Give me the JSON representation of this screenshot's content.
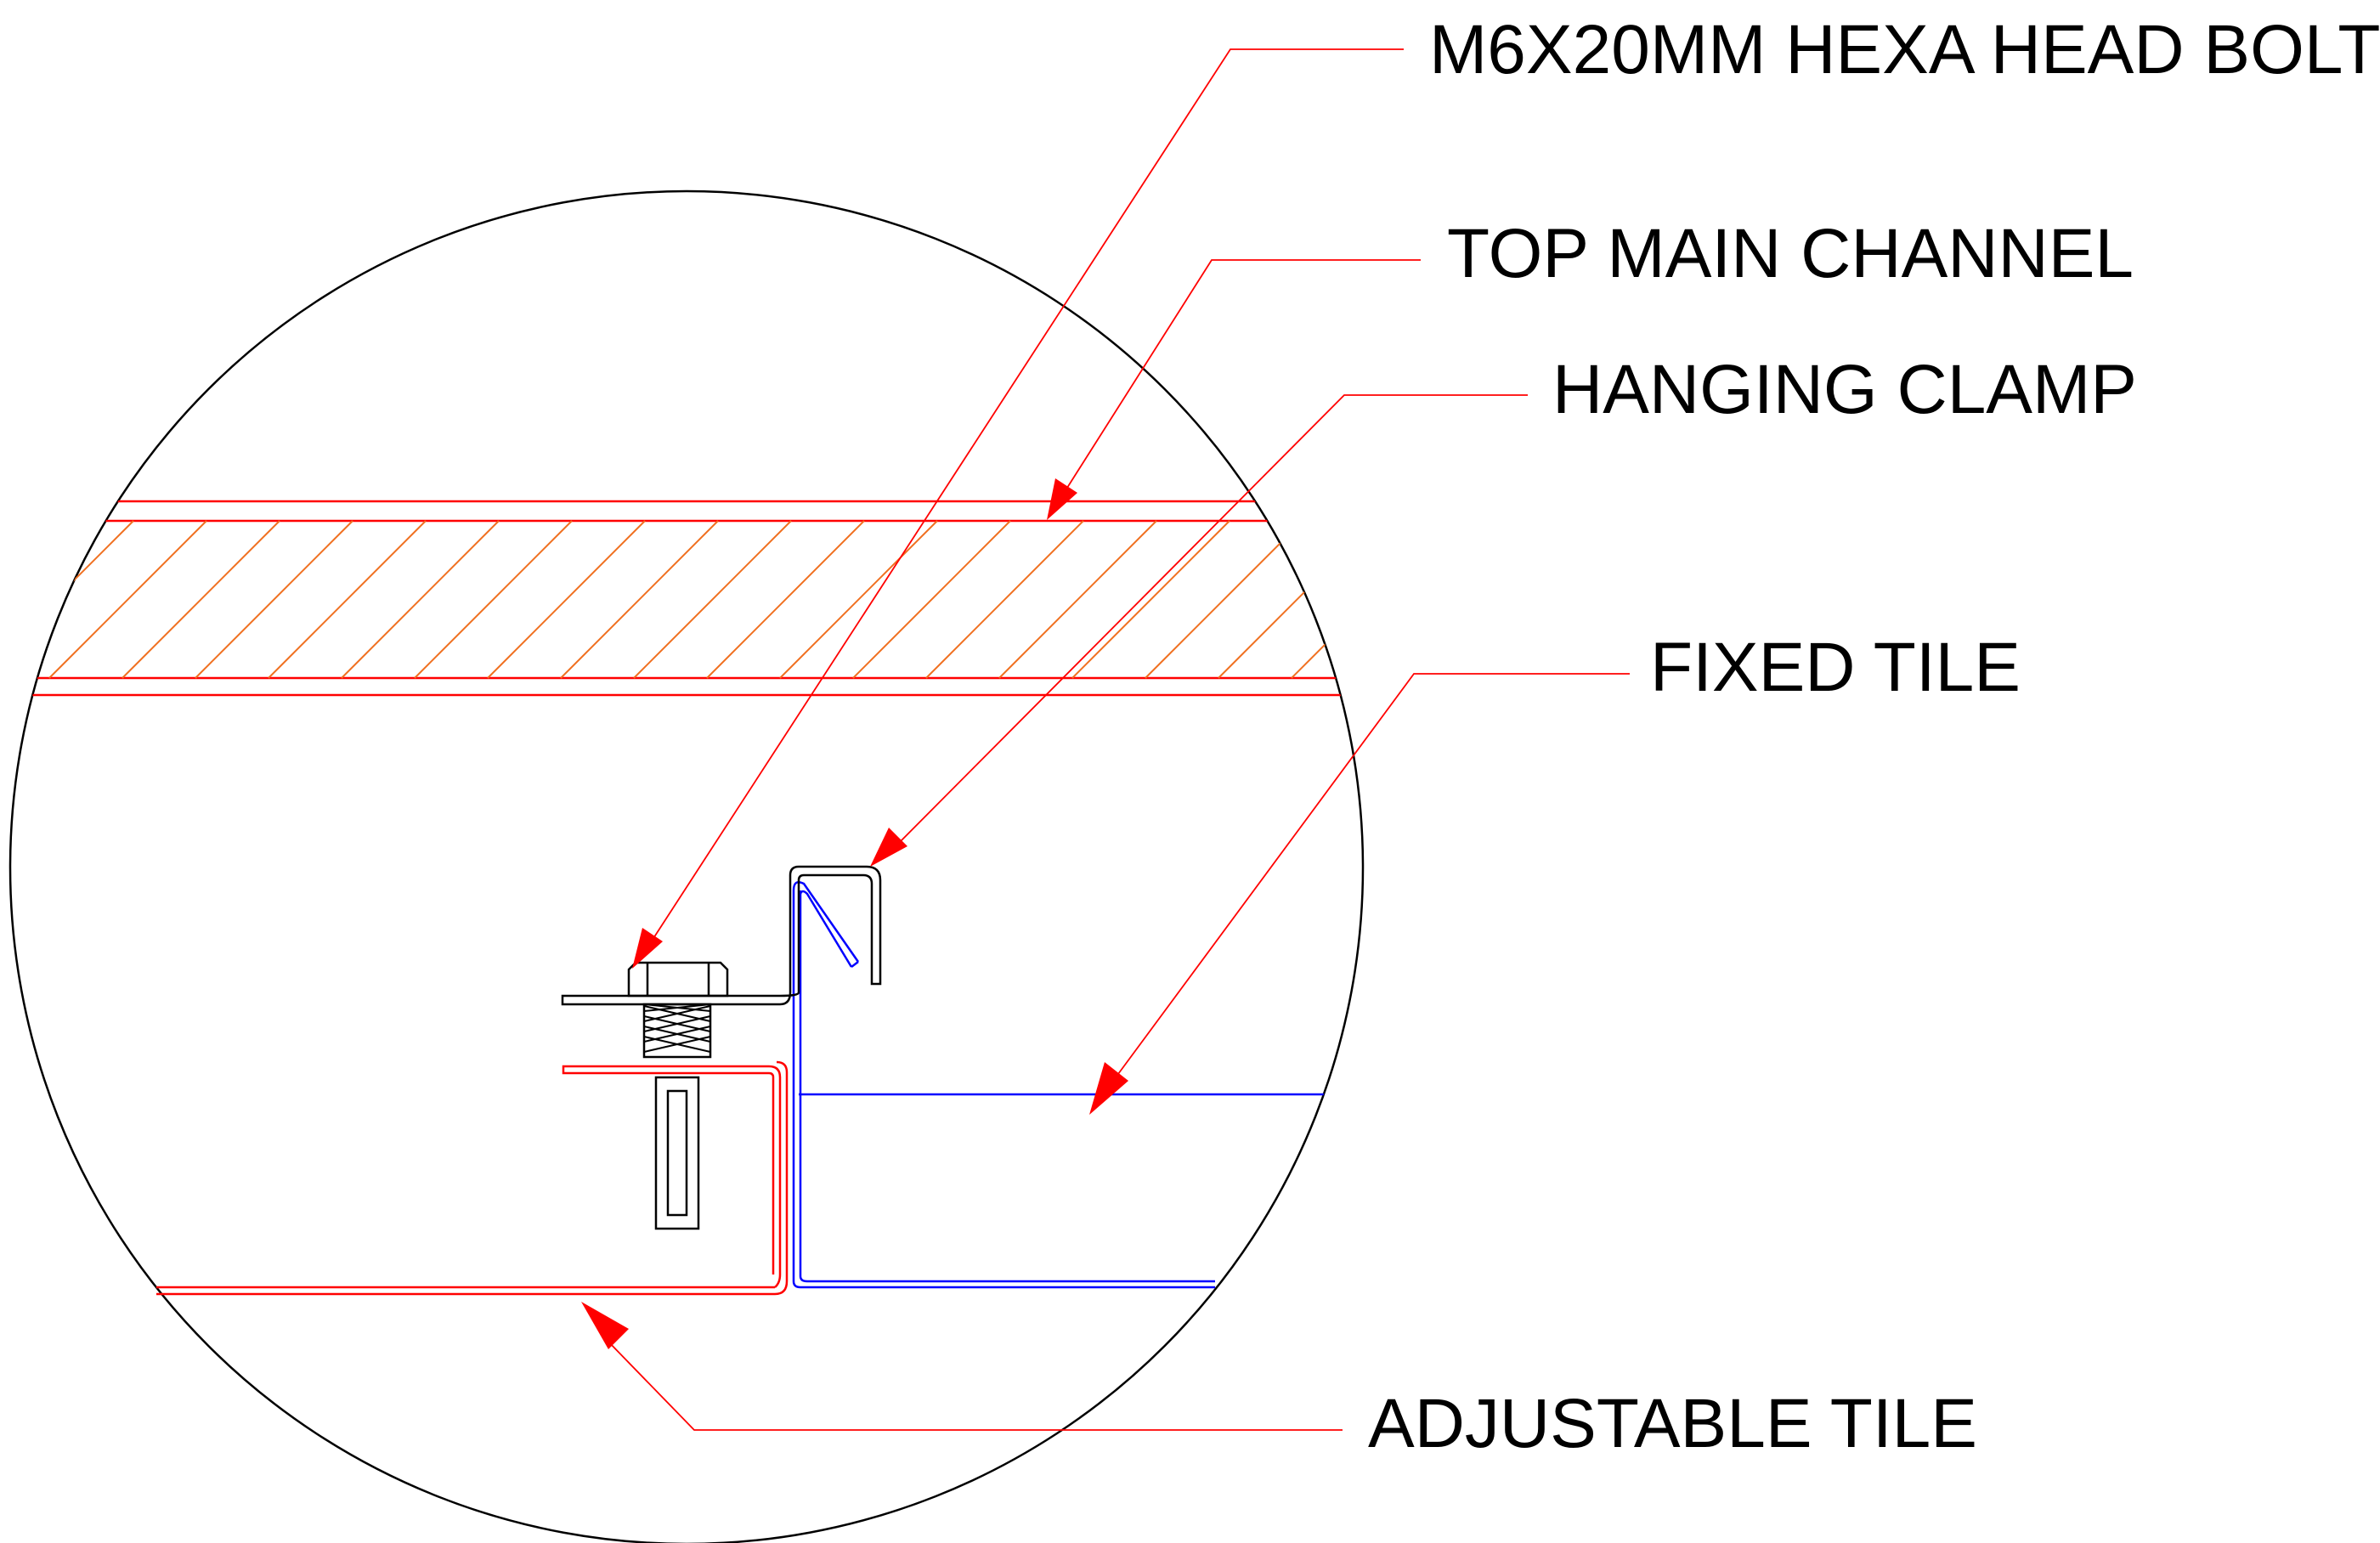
{
  "labels": {
    "bolt": "M6X20MM HEXA HEAD BOLT",
    "top_channel": "TOP MAIN CHANNEL",
    "hanging_clamp": "HANGING CLAMP",
    "fixed_tile": "FIXED TILE",
    "adjustable_tile": "ADJUSTABLE TILE"
  },
  "colors": {
    "outline": "#000000",
    "adjustable_tile": "#ff0000",
    "fixed_tile": "#0000ff",
    "hatch": "#f07020",
    "leader": "#ff0000",
    "arrowhead": "#ff0000"
  }
}
